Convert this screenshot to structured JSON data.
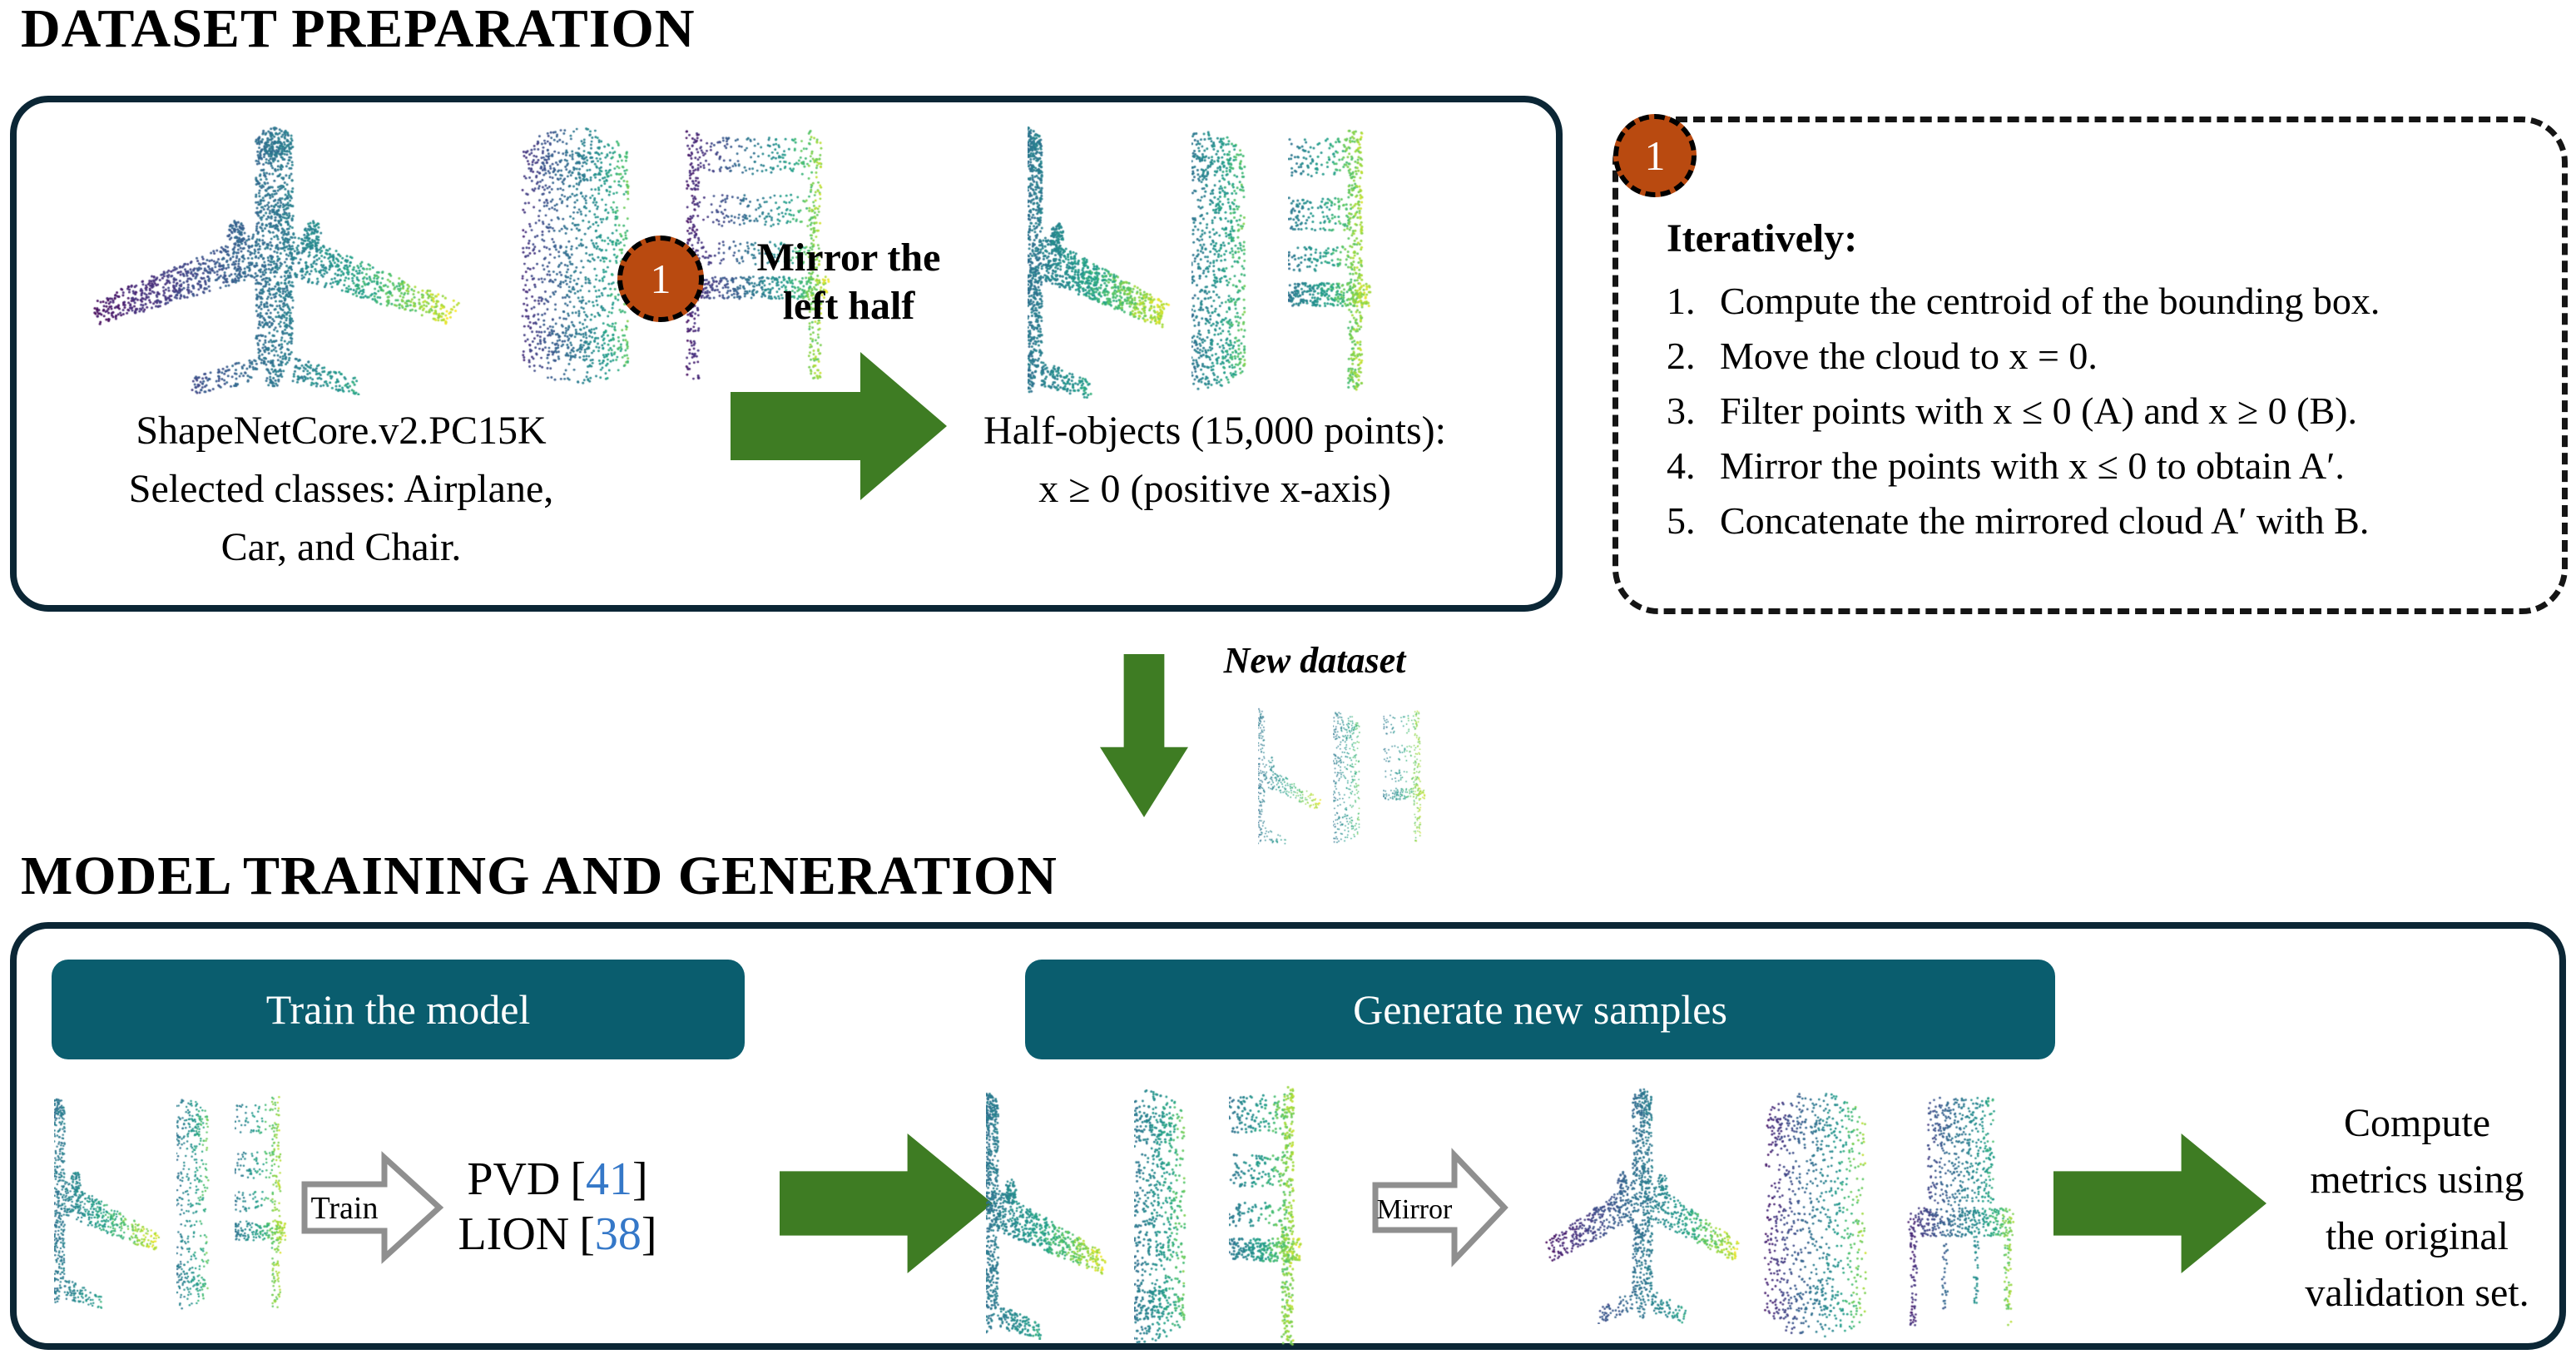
{
  "palette": {
    "navy": "#0b2635",
    "teal": "#0a5d6e",
    "green": "#3e7c23",
    "orange": "#b94a10",
    "ref_blue": "#3578c8",
    "arrow_gray": "#8f8f8f"
  },
  "dataset_section": {
    "title": "DATASET PREPARATION",
    "source_caption": [
      "ShapeNetCore.v2.PC15K",
      "Selected classes: Airplane,",
      "Car, and Chair."
    ],
    "mirror_step": {
      "badge": "1",
      "label_line1": "Mirror the",
      "label_line2": "left half"
    },
    "half_caption": [
      "Half-objects (15,000 points):",
      "x ≥ 0 (positive x-axis)"
    ],
    "iteration_box": {
      "badge": "1",
      "heading": "Iteratively:",
      "step_numbers": [
        "1.",
        "2.",
        "3.",
        "4.",
        "5."
      ],
      "steps": [
        "Compute the centroid of the bounding box.",
        "Move the cloud to x = 0.",
        "Filter points with x ≤ 0 (A) and x ≥ 0 (B).",
        "Mirror the points with x ≤ 0 to obtain A′.",
        "Concatenate the mirrored cloud A′ with B."
      ]
    },
    "new_dataset_label": "New dataset"
  },
  "training_section": {
    "title": "MODEL TRAINING AND GENERATION",
    "train_header": "Train the model",
    "generate_header": "Generate new samples",
    "train_arrow_label": "Train",
    "mirror_arrow_label": "Mirror",
    "models": [
      {
        "name": "PVD",
        "ref_open": "[",
        "ref_num": "41",
        "ref_close": "]"
      },
      {
        "name": "LION",
        "ref_open": "[",
        "ref_num": "38",
        "ref_close": "]"
      }
    ],
    "compute_caption": [
      "Compute",
      "metrics using",
      "the original",
      "validation set."
    ]
  },
  "figures": [
    {
      "id": "src-airplane",
      "object": "airplane",
      "variant": "full",
      "label": "airplane point cloud"
    },
    {
      "id": "src-car",
      "object": "car",
      "variant": "full",
      "label": "car point cloud"
    },
    {
      "id": "src-chair",
      "object": "chair",
      "variant": "full",
      "label": "chair point cloud"
    },
    {
      "id": "half-airplane",
      "object": "airplane",
      "variant": "half",
      "label": "half airplane point cloud"
    },
    {
      "id": "half-car",
      "object": "car",
      "variant": "half",
      "label": "half car point cloud"
    },
    {
      "id": "half-chair",
      "object": "chair",
      "variant": "half",
      "label": "half chair point cloud"
    },
    {
      "id": "new-airplane",
      "object": "airplane",
      "variant": "half",
      "label": "new dataset airplane thumbnail"
    },
    {
      "id": "new-car",
      "object": "car",
      "variant": "half",
      "label": "new dataset car thumbnail"
    },
    {
      "id": "new-chair",
      "object": "chair",
      "variant": "half",
      "label": "new dataset chair thumbnail"
    },
    {
      "id": "train-airplane",
      "object": "airplane",
      "variant": "half",
      "label": "training input airplane"
    },
    {
      "id": "train-car",
      "object": "car",
      "variant": "half",
      "label": "training input car"
    },
    {
      "id": "train-chair",
      "object": "chair",
      "variant": "half",
      "label": "training input chair"
    },
    {
      "id": "sample-half-airplane",
      "object": "airplane",
      "variant": "half",
      "label": "generated half airplane"
    },
    {
      "id": "sample-half-car",
      "object": "car",
      "variant": "half",
      "label": "generated half car"
    },
    {
      "id": "sample-half-chair",
      "object": "chair",
      "variant": "half",
      "label": "generated half chair"
    },
    {
      "id": "gen-airplane",
      "object": "airplane",
      "variant": "full",
      "label": "mirrored full airplane"
    },
    {
      "id": "gen-car",
      "object": "car-wide",
      "variant": "full",
      "label": "mirrored full car"
    },
    {
      "id": "gen-chair",
      "object": "chair-34",
      "variant": "full",
      "label": "mirrored full chair"
    }
  ]
}
